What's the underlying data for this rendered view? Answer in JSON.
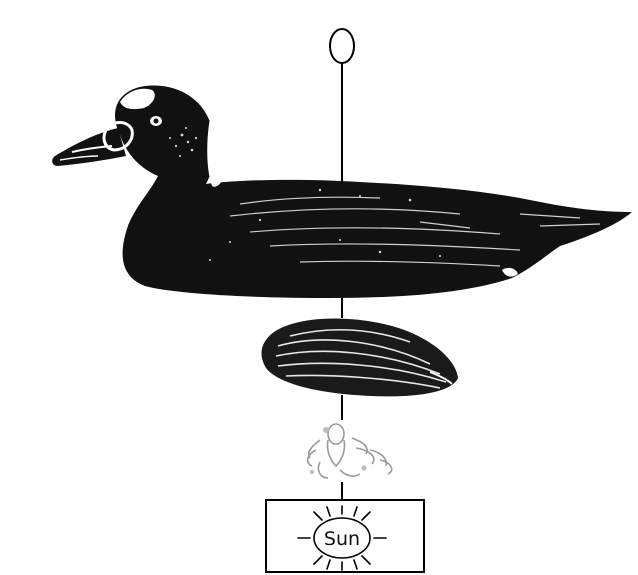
{
  "food_chain": {
    "nodes": [
      {
        "id": "top-node",
        "icon": "empty-oval-icon"
      },
      {
        "id": "scoter-duck",
        "icon": "scoter-duck-icon"
      },
      {
        "id": "mussel",
        "icon": "mussel-icon"
      },
      {
        "id": "phytoplankton",
        "icon": "plankton-icon"
      },
      {
        "id": "sun",
        "icon": "sun-icon",
        "label": "Sun"
      }
    ],
    "connector_color": "#000000",
    "duck_color": "#111111",
    "mussel_color": "#1a1a1a",
    "plankton_color": "#9a9a9a"
  }
}
